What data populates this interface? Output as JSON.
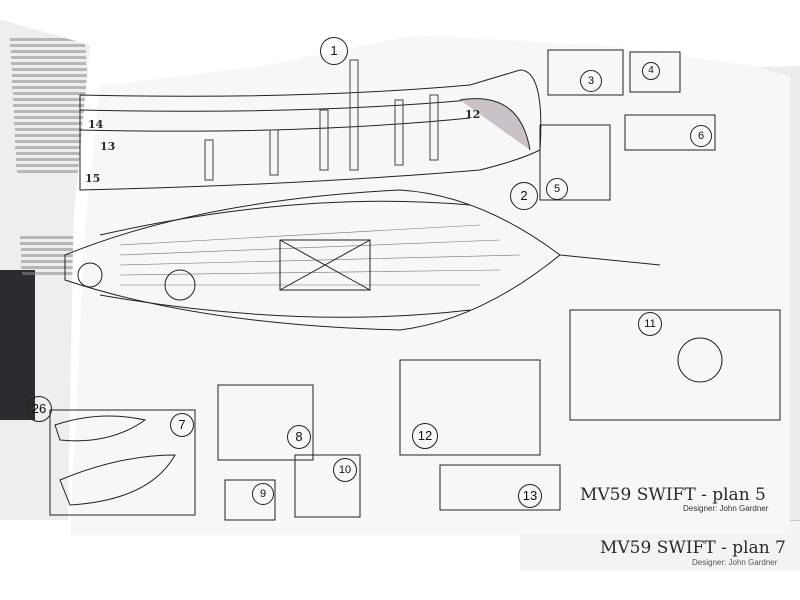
{
  "plan_sheet": {
    "title": "MV59 SWIFT - plan 5",
    "designer": "Designer: John Gardner"
  },
  "underlying_sheet": {
    "title": "MV59 SWIFT - plan 7",
    "designer": "Designer: John Gardner"
  },
  "detail_numbers": [
    "1",
    "2",
    "3",
    "4",
    "5",
    "6",
    "7",
    "8",
    "9",
    "10",
    "11",
    "12",
    "13",
    "26"
  ],
  "hull_labels": [
    "14",
    "15",
    "12",
    "13"
  ]
}
